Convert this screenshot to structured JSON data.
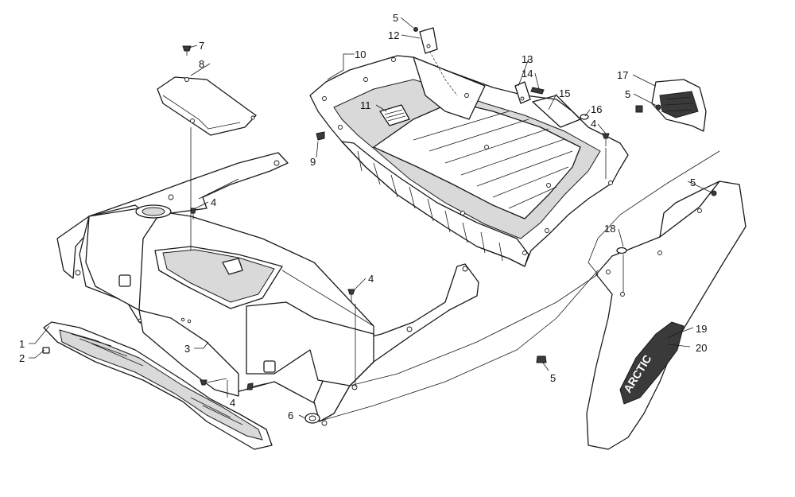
{
  "callouts": [
    {
      "id": "c1",
      "text": "1"
    },
    {
      "id": "c2",
      "text": "2"
    },
    {
      "id": "c3",
      "text": "3"
    },
    {
      "id": "c4a",
      "text": "4"
    },
    {
      "id": "c4b",
      "text": "4"
    },
    {
      "id": "c4c",
      "text": "4"
    },
    {
      "id": "c4d",
      "text": "4"
    },
    {
      "id": "c5a",
      "text": "5"
    },
    {
      "id": "c5b",
      "text": "5"
    },
    {
      "id": "c5c",
      "text": "5"
    },
    {
      "id": "c5d",
      "text": "5"
    },
    {
      "id": "c6",
      "text": "6"
    },
    {
      "id": "c7",
      "text": "7"
    },
    {
      "id": "c8",
      "text": "8"
    },
    {
      "id": "c9",
      "text": "9"
    },
    {
      "id": "c10",
      "text": "10"
    },
    {
      "id": "c11",
      "text": "11"
    },
    {
      "id": "c12",
      "text": "12"
    },
    {
      "id": "c13",
      "text": "13"
    },
    {
      "id": "c14",
      "text": "14"
    },
    {
      "id": "c15",
      "text": "15"
    },
    {
      "id": "c16",
      "text": "16"
    },
    {
      "id": "c17",
      "text": "17"
    },
    {
      "id": "c18",
      "text": "18"
    },
    {
      "id": "c19",
      "text": "19"
    },
    {
      "id": "c20",
      "text": "20"
    }
  ],
  "colors": {
    "line": "#1a1a1a",
    "background": "#ffffff",
    "shade": "#d9d9d9"
  }
}
